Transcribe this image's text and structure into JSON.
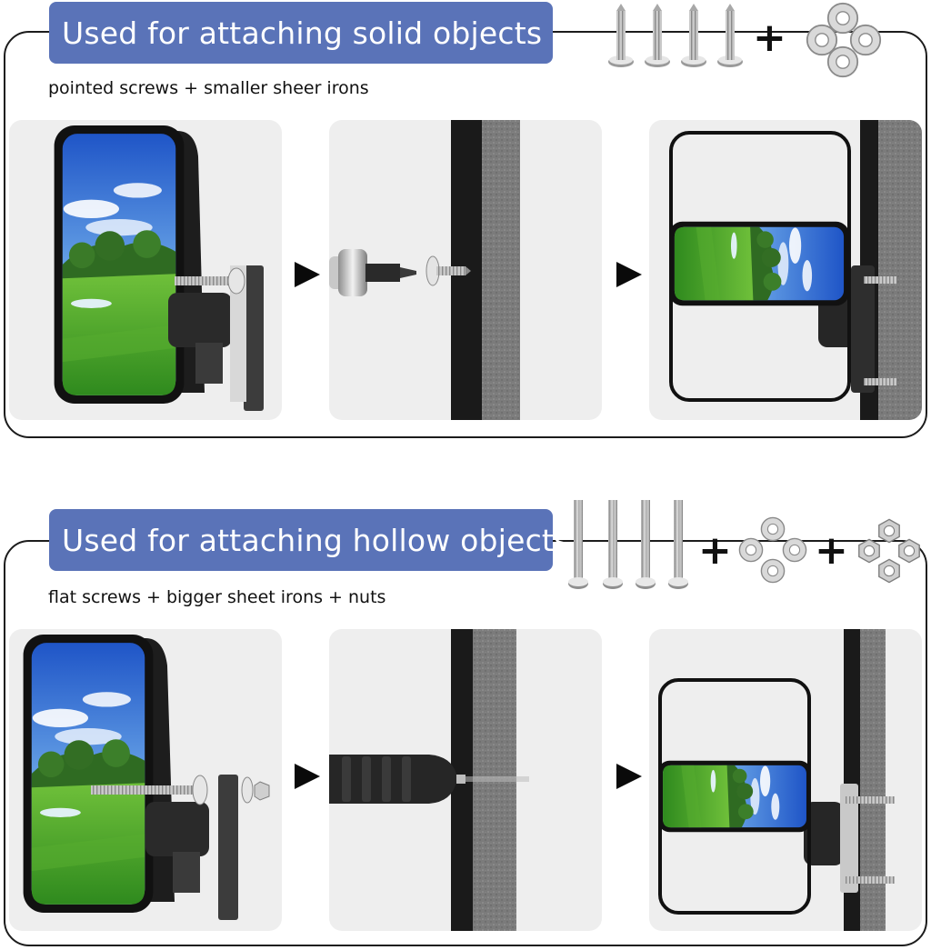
{
  "sections": [
    {
      "banner_label": "Used for attaching solid objects",
      "subtitle": "pointed screws + smaller sheer irons",
      "hardware": [
        "pointed-screw",
        "pointed-screw",
        "pointed-screw",
        "pointed-screw",
        "washer-set"
      ]
    },
    {
      "banner_label": "Used for attaching hollow objects",
      "subtitle": "flat screws + bigger sheet irons + nuts",
      "hardware": [
        "flat-screw",
        "flat-screw",
        "flat-screw",
        "flat-screw",
        "washer-set",
        "nut-set"
      ]
    }
  ],
  "plus_sign": "+",
  "colors": {
    "banner_bg": "#5a73b8",
    "panel_bg": "#eeeeee",
    "wall_gray": "#7a7a7a",
    "wall_dark": "#1a1a1a",
    "sky_blue": "#2f6fd6",
    "grass_green": "#4fa32e"
  }
}
